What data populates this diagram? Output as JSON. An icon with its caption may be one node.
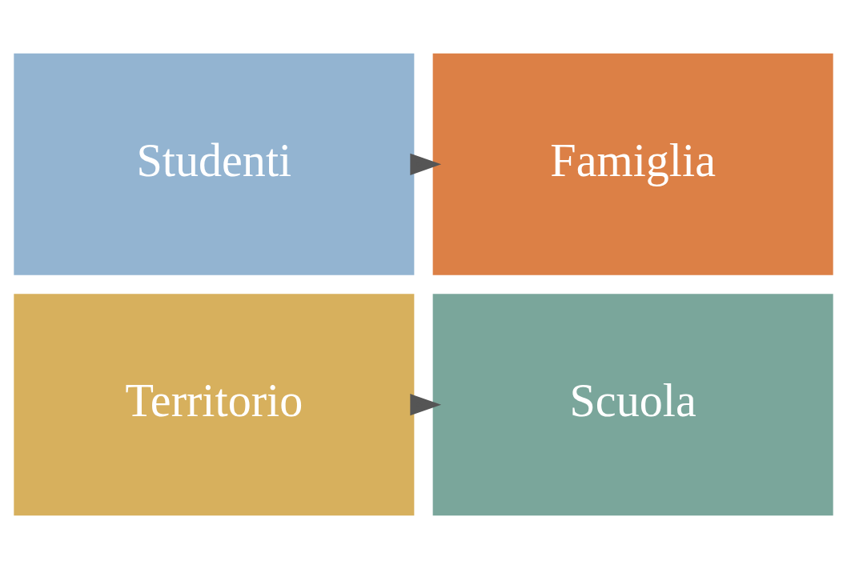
{
  "diagram": {
    "nodes": [
      {
        "text": [
          "Studenti"
        ]
      },
      {
        "text": [
          "Famiglia"
        ]
      },
      {
        "text": [
          "Scuola"
        ]
      },
      {
        "text": [
          "Territorio"
        ]
      }
    ],
    "edges": [
      {
        "from": 0,
        "to": 1,
        "arrow": "to"
      },
      {
        "from": 3,
        "to": 2,
        "arrow": "to"
      }
    ]
  }
}
